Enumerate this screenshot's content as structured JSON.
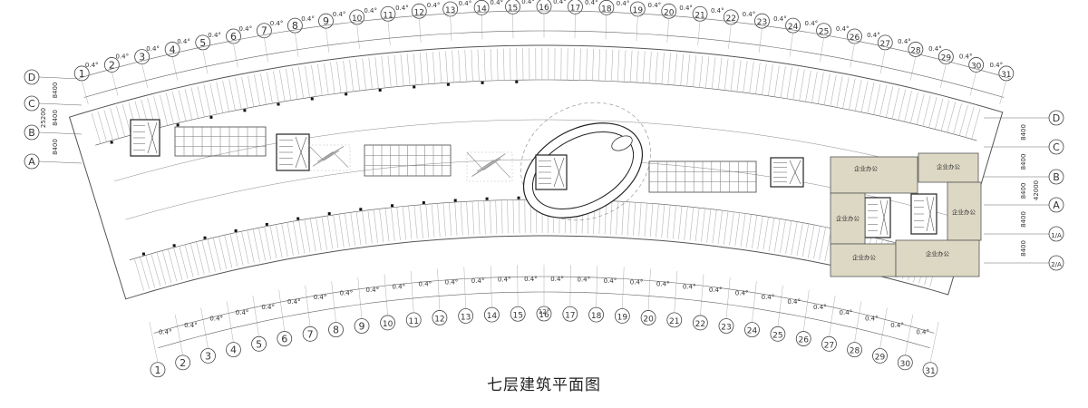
{
  "title": "七层建筑平面图",
  "grid_numbers": [
    "1",
    "2",
    "3",
    "4",
    "5",
    "6",
    "7",
    "8",
    "9",
    "10",
    "11",
    "12",
    "13",
    "14",
    "15",
    "16",
    "17",
    "18",
    "19",
    "20",
    "21",
    "22",
    "23",
    "24",
    "25",
    "26",
    "27",
    "28",
    "29",
    "30",
    "31"
  ],
  "spacing_label": "0.4°",
  "total_angle_label": "12°",
  "left_axis": {
    "labels": [
      "D",
      "C",
      "B",
      "A"
    ],
    "dims": [
      "8400",
      "8400",
      "8400"
    ],
    "total": "25200"
  },
  "right_axis": {
    "labels": [
      "D",
      "C",
      "B",
      "A",
      "1/A",
      "2/A"
    ],
    "dims": [
      "8400",
      "8400",
      "8400",
      "8400",
      "8400"
    ],
    "total": "42000"
  },
  "office_label": "企业办公",
  "colors": {
    "office_fill": "#ddd8c4",
    "line": "#555555",
    "hatch": "#b5b5b5"
  }
}
